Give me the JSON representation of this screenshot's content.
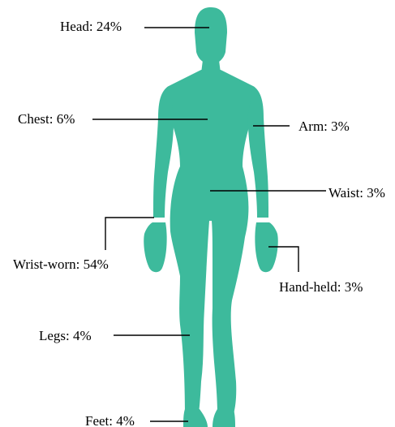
{
  "colors": {
    "body_fill": "#3dba9c",
    "leader_line": "#000000",
    "text": "#000000"
  },
  "labels": {
    "head": "Head: 24%",
    "chest": "Chest: 6%",
    "arm": "Arm: 3%",
    "waist": "Waist: 3%",
    "wrist": "Wrist-worn: 54%",
    "hand": "Hand-held: 3%",
    "legs": "Legs: 4%",
    "feet": "Feet: 4%"
  },
  "shares_percent": {
    "head": 24,
    "chest": 6,
    "arm": 3,
    "waist": 3,
    "wrist_worn": 54,
    "hand_held": 3,
    "legs": 4,
    "feet": 4
  }
}
